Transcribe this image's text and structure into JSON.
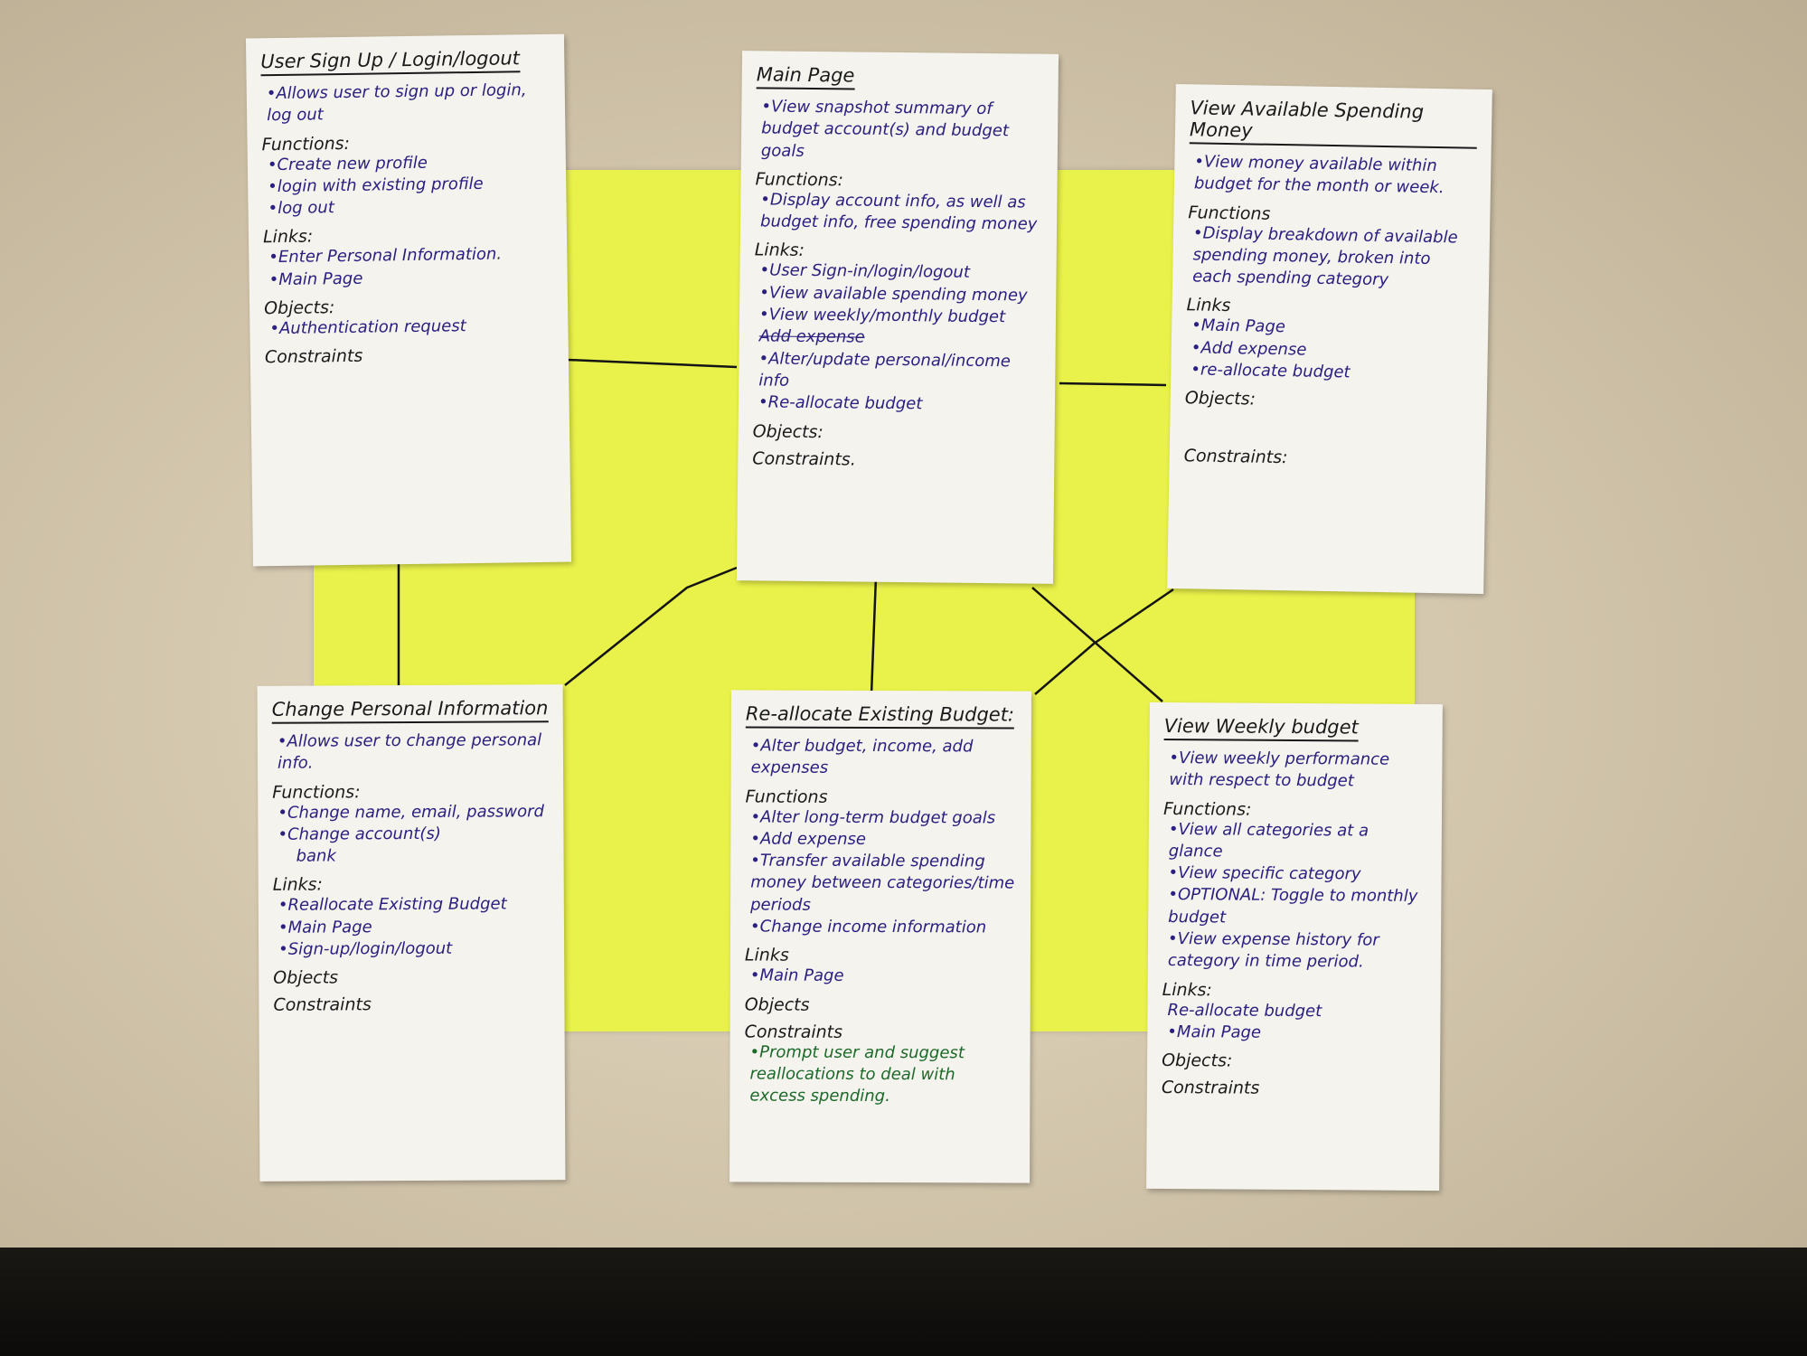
{
  "cards": {
    "signup": {
      "title": "User Sign Up / Login/logout",
      "intro": "•Allows user to sign up or login, log out",
      "functions_label": "Functions:",
      "functions": [
        "•Create new profile",
        "•login with existing profile",
        "•log out"
      ],
      "links_label": "Links:",
      "links": [
        "•Enter Personal Information.",
        "•Main Page"
      ],
      "objects_label": "Objects:",
      "objects": [
        "•Authentication request"
      ],
      "constraints_label": "Constraints"
    },
    "main": {
      "title": "Main Page",
      "intro": "•View snapshot summary of budget account(s) and budget goals",
      "functions_label": "Functions:",
      "functions": [
        "•Display account info, as well as budget info, free spending money"
      ],
      "links_label": "Links:",
      "links": [
        "•User Sign-in/login/logout",
        "•View available spending money",
        "•View weekly/monthly budget",
        "•Alter/update personal/income info",
        "•Re-allocate budget"
      ],
      "struck_link": "Add expense",
      "objects_label": "Objects:",
      "constraints_label": "Constraints."
    },
    "spending": {
      "title": "View Available Spending Money",
      "intro": "•View money available within budget for the month or week.",
      "functions_label": "Functions",
      "functions": [
        "•Display breakdown of available spending money, broken into each spending category"
      ],
      "links_label": "Links",
      "links": [
        "•Main Page",
        "•Add expense",
        "•re-allocate budget"
      ],
      "objects_label": "Objects:",
      "constraints_label": "Constraints:"
    },
    "personal": {
      "title": "Change Personal Information",
      "intro": "•Allows user to change personal info.",
      "functions_label": "Functions:",
      "functions": [
        "•Change name, email, password",
        "•Change account(s)"
      ],
      "caret_note": "bank",
      "links_label": "Links:",
      "links": [
        "•Reallocate Existing Budget",
        "•Main Page",
        "•Sign-up/login/logout"
      ],
      "objects_label": "Objects",
      "constraints_label": "Constraints"
    },
    "reallocate": {
      "title": "Re-allocate Existing Budget:",
      "intro": "•Alter budget, income, add expenses",
      "functions_label": "Functions",
      "functions": [
        "•Alter long-term budget goals",
        "•Add expense",
        "•Transfer available spending money between categories/time periods",
        "•Change income information"
      ],
      "links_label": "Links",
      "links": [
        "•Main Page"
      ],
      "objects_label": "Objects",
      "constraints_label": "Constraints",
      "constraints": [
        "•Prompt user and suggest reallocations to deal with excess spending."
      ]
    },
    "weekly": {
      "title": "View Weekly budget",
      "intro": "•View weekly performance with respect to budget",
      "functions_label": "Functions:",
      "functions": [
        "•View all categories at a glance",
        "•View specific category",
        "•OPTIONAL: Toggle to monthly budget",
        "•View expense history for category in time period."
      ],
      "links_label": "Links:",
      "links": [
        "Re-allocate budget",
        "•Main Page"
      ],
      "objects_label": "Objects:",
      "constraints_label": "Constraints"
    }
  },
  "colors": {
    "sheet": "#e9f24a",
    "card": "#f4f3ee",
    "ink_blue": "#2b2080",
    "ink_green": "#1c6a2a",
    "ink_black": "#1a1a1a"
  }
}
